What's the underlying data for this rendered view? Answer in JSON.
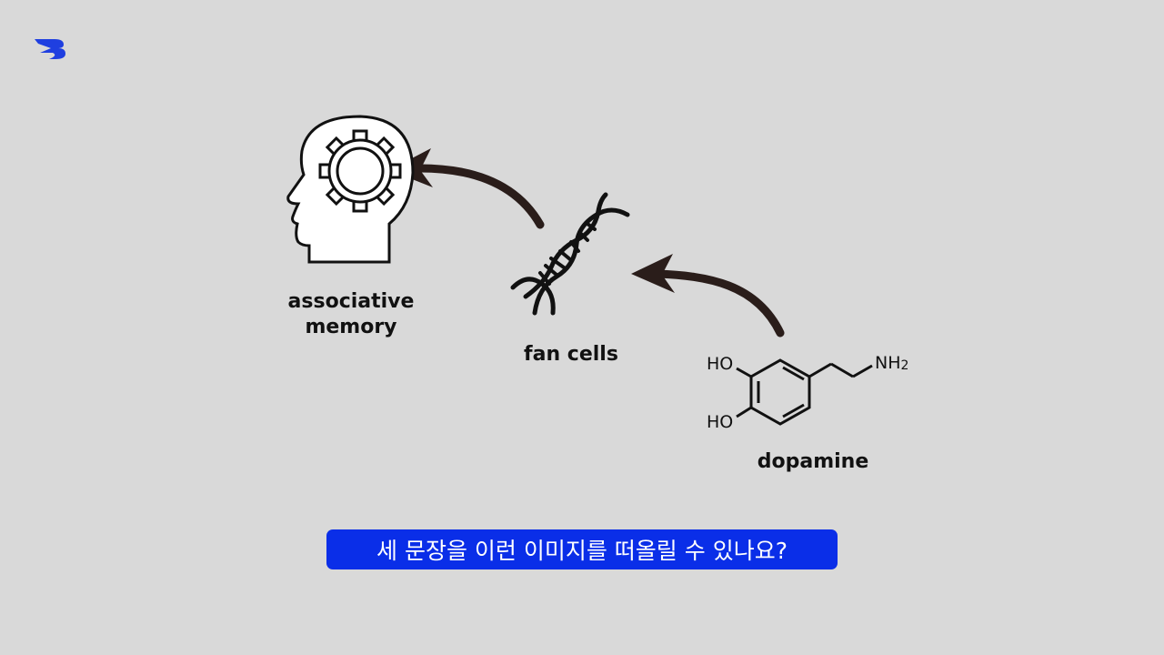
{
  "labels": {
    "associative": [
      "associative",
      "memory"
    ],
    "fan_cells": "fan cells",
    "dopamine": "dopamine"
  },
  "molecule": {
    "ho_top": "HO",
    "ho_bottom": "HO",
    "amine": "NH",
    "amine_subscript": "2"
  },
  "caption": "세 문장을 이런 이미지를 떠올릴 수 있나요?",
  "icons": [
    "logo-icon",
    "head-gear-icon",
    "dna-icon",
    "dopamine-structure-icon",
    "arrow-icon"
  ],
  "colors": {
    "background": "#d9d9d9",
    "caption_bg": "#0a2ee8",
    "caption_text": "#ffffff",
    "logo": "#1f3fe0",
    "arrow": "#2a1d1a"
  }
}
